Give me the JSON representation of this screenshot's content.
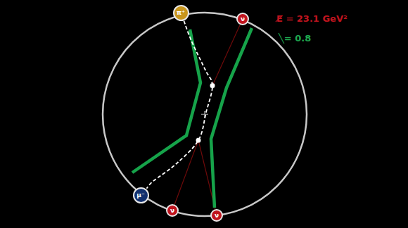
{
  "diagram": {
    "nodes": [
      {
        "text": [
          "π⁺"
        ]
      },
      {
        "text": [
          "ν"
        ]
      },
      {
        "text": [
          "μ⁻"
        ]
      },
      {
        "text": [
          "ν"
        ]
      },
      {
        "text": [
          "ν"
        ]
      }
    ],
    "edges": [
      {
        "from": 0,
        "to": 2,
        "arrow": "none"
      }
    ],
    "labels": [
      "E̸ = 23.1 GeV²",
      "╲= 0.8"
    ]
  }
}
